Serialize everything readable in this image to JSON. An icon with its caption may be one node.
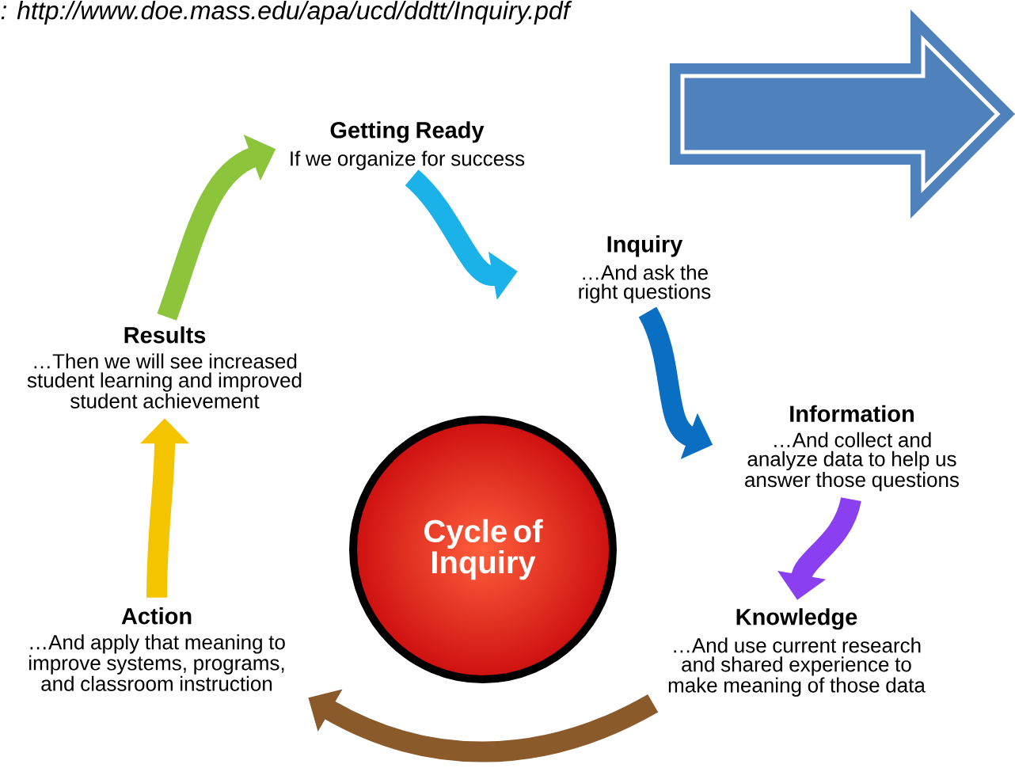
{
  "diagram": {
    "nodes": [
      {
        "text": [
          "Getting Ready",
          "If we organize for success"
        ]
      },
      {
        "text": [
          "Inquiry",
          "…And ask the right questions"
        ]
      },
      {
        "text": [
          "Information",
          "…And collect and analyze data to help us answer those questions"
        ]
      },
      {
        "text": [
          "Knowledge",
          "…And use current research and shared experience to make meaning of those data"
        ]
      },
      {
        "text": [
          "Action",
          "…And apply that meaning to improve systems, programs, and classroom instruction"
        ]
      },
      {
        "text": [
          "Results",
          "…Then we will see increased student learning and improved student achievement"
        ]
      },
      {
        "text": [
          "Cycle of Inquiry"
        ]
      }
    ],
    "edges": [
      {
        "from": 0,
        "to": 1,
        "arrow": "to",
        "color": "#1ab2e8"
      },
      {
        "from": 1,
        "to": 2,
        "arrow": "to",
        "color": "#0a6fc2"
      },
      {
        "from": 2,
        "to": 3,
        "arrow": "to",
        "color": "#8a3ff0"
      },
      {
        "from": 3,
        "to": 4,
        "arrow": "to",
        "color": "#8b5a2b"
      },
      {
        "from": 4,
        "to": 5,
        "arrow": "to",
        "color": "#f5c400"
      },
      {
        "from": 5,
        "to": 0,
        "arrow": "to",
        "color": "#8cc43c"
      }
    ],
    "labels": [
      ": http://www.doe.mass.edu/apa/ucd/ddtt/Inquiry.pdf"
    ]
  }
}
